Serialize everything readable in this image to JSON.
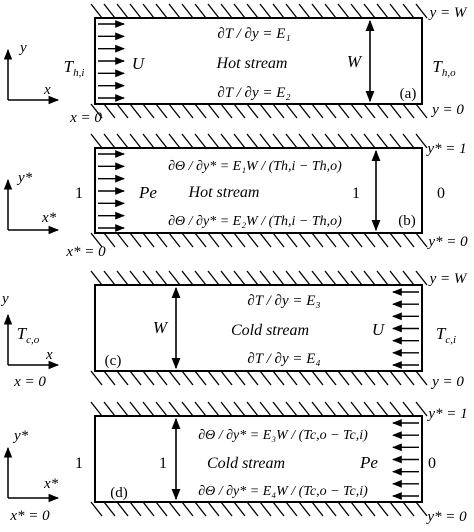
{
  "panels": [
    {
      "id": "a",
      "tag": "(a)",
      "name": "Hot stream",
      "bc_top": "∂T / ∂y = E₁",
      "bc_bottom": "∂T / ∂y = E₂",
      "inlet_label": "T",
      "inlet_sub": "h,i",
      "outlet_label": "T",
      "outlet_sub": "h,o",
      "velocity": "U",
      "width_label": "W",
      "y_top": "y = W",
      "y_bottom": "y = 0",
      "x_origin": "x = 0",
      "axis_x": "x",
      "axis_y": "y",
      "flow": "right"
    },
    {
      "id": "b",
      "tag": "(b)",
      "name": "Hot stream",
      "bc_top": "∂Θ / ∂y* = E₁W / (Th,i − Th,o)",
      "bc_bottom": "∂Θ / ∂y* = E₂W / (Th,i − Th,o)",
      "inlet_label": "1",
      "outlet_label": "0",
      "velocity": "Pe",
      "width_label": "1",
      "y_top": "y* = 1",
      "y_bottom": "y* = 0",
      "x_origin": "x* = 0",
      "axis_x": "x*",
      "axis_y": "y*",
      "flow": "right"
    },
    {
      "id": "c",
      "tag": "(c)",
      "name": "Cold stream",
      "bc_top": "∂T / ∂y = E₃",
      "bc_bottom": "∂T / ∂y = E₄",
      "inlet_label": "T",
      "inlet_sub": "c,i",
      "outlet_label": "T",
      "outlet_sub": "c,o",
      "velocity": "U",
      "width_label": "W",
      "y_top": "y = W",
      "y_bottom": "y = 0",
      "x_origin": "x = 0",
      "axis_x": "x",
      "axis_y": "y",
      "flow": "left"
    },
    {
      "id": "d",
      "tag": "(d)",
      "name": "Cold stream",
      "bc_top": "∂Θ / ∂y* = E₃W / (Tc,o − Tc,i)",
      "bc_bottom": "∂Θ / ∂y* = E₄W / (Tc,o − Tc,i)",
      "inlet_label": "0",
      "outlet_label": "1",
      "velocity": "Pe",
      "width_label": "1",
      "y_top": "y* = 1",
      "y_bottom": "y* = 0",
      "x_origin": "x* = 0",
      "axis_x": "x*",
      "axis_y": "y*",
      "flow": "left"
    }
  ]
}
